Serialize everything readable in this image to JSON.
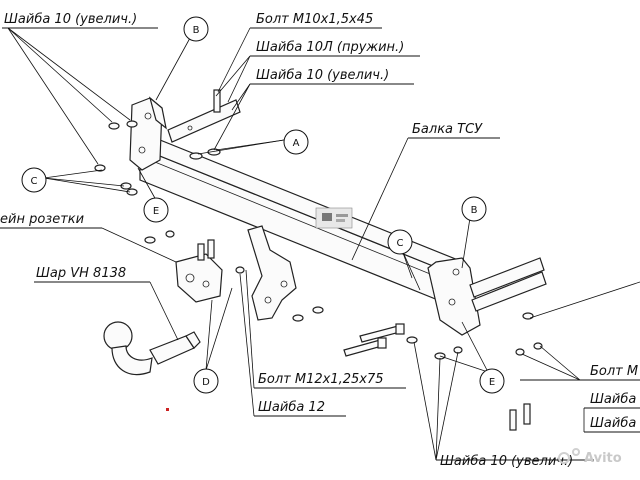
{
  "diagram": {
    "labels": {
      "washer_10_top": "Шайба 10 (увелич.)",
      "bolt_m10": "Болт М10х1,5х45",
      "washer_10l": "Шайба 10Л (пружин.)",
      "washer_10_mid": "Шайба 10 (увелич.)",
      "beam": "Балка ТСУ",
      "socket_bracket": "ейн розетки",
      "ball": "Шар VH 8138",
      "bolt_m12": "Болт М12х1,25х75",
      "washer_12": "Шайба 12",
      "washer_10_bottom": "Шайба 10 (увелич.)",
      "bolt_right_cut": "Болт М",
      "washer_right_1": "Шайба",
      "washer_right_2": "Шайба"
    },
    "callouts": {
      "a": "A",
      "b_top": "B",
      "b_right": "B",
      "c_left": "C",
      "c_right": "C",
      "d": "D",
      "e_left": "E",
      "e_right": "E"
    },
    "watermark": "Avito"
  }
}
